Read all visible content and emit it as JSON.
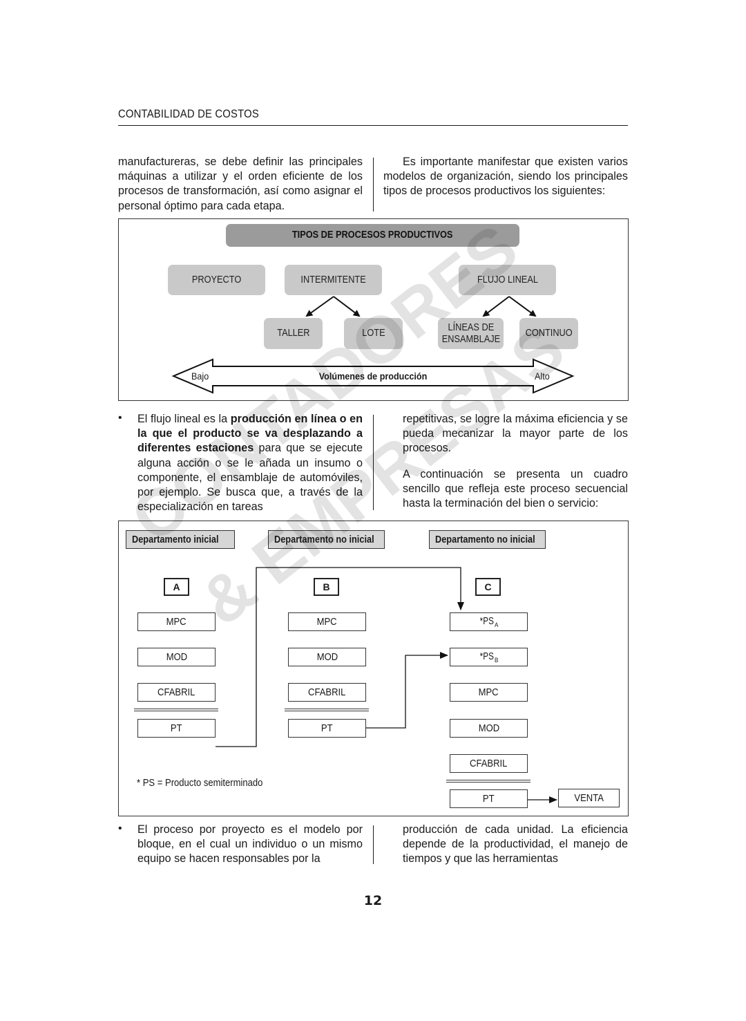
{
  "header": {
    "title": "CONTABILIDAD DE COSTOS"
  },
  "intro": {
    "left": "manufactureras, se debe definir las principales máquinas a utilizar y el orden eficiente de los procesos de transformación, así como asignar el personal óptimo para cada etapa.",
    "right": "Es importante manifestar que existen varios modelos de organización, siendo los principales tipos de procesos productivos los siguientes:"
  },
  "diagram1": {
    "title": "TIPOS DE PROCESOS PRODUCTIVOS",
    "nodes": {
      "proyecto": "PROYECTO",
      "intermitente": "INTERMITENTE",
      "flujo_lineal": "FLUJO LINEAL",
      "taller": "TALLER",
      "lote": "LOTE",
      "lineas_line1": "LÍNEAS DE",
      "lineas_line2": "ENSAMBLAJE",
      "continuo": "CONTINUO"
    },
    "axis": {
      "low": "Bajo",
      "label": "Volúmenes de producción",
      "high": "Alto"
    }
  },
  "flujo_lineal_text": {
    "bullet": "•",
    "pre": "El flujo lineal es la ",
    "bold": "producción en línea o en la que el producto se va desplazando a diferentes estaciones",
    "post": " para que se ejecute alguna acción o se le añada un insumo o componente, el ensamblaje de automóviles, por ejemplo. Se busca que, a través de la especialización en tareas",
    "right_p1": "repetitivas, se logre la máxima eficiencia y se pueda mecanizar la mayor parte de los procesos.",
    "right_p2": "A continuación se presenta un cuadro sencillo que refleja este proceso secuencial hasta la terminación del bien o servicio:"
  },
  "diagram2": {
    "dept_a": "Departamento inicial",
    "dept_b": "Departamento no inicial",
    "dept_c": "Departamento no inicial",
    "letters": [
      "A",
      "B",
      "C"
    ],
    "col_a": [
      "MPC",
      "MOD",
      "CFABRIL",
      "PT"
    ],
    "col_b": [
      "MPC",
      "MOD",
      "CFABRIL",
      "PT"
    ],
    "col_c": {
      "ps_a": "*PS",
      "ps_a_sub": "A",
      "ps_b": "*PS",
      "ps_b_sub": "B",
      "mpc": "MPC",
      "mod": "MOD",
      "cfabril": "CFABRIL",
      "pt": "PT"
    },
    "venta": "VENTA",
    "note": "* PS = Producto semiterminado"
  },
  "proyecto_text": {
    "bullet": "•",
    "left": "El proceso por proyecto es el modelo por bloque, en el cual un individuo o un mismo equipo se hacen responsables por la",
    "right": "producción de cada unidad. La eficiencia depende de la productividad, el manejo de tiempos y que las herramientas"
  },
  "watermark": {
    "line1": "CONTADORES",
    "line2": "& EMPRESAS"
  },
  "page_number": "12"
}
